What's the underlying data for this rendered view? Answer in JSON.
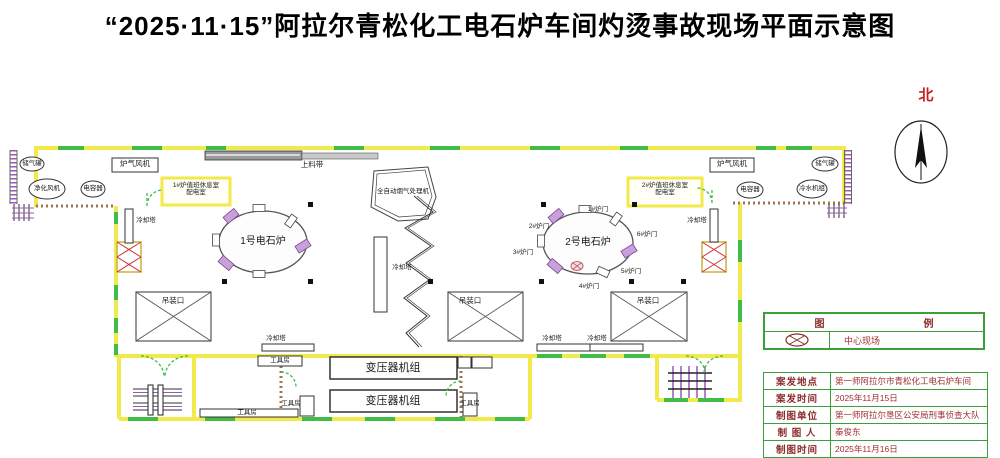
{
  "title": "“2025·11·15”阿拉尔青松化工电石炉车间灼烫事故现场平面示意图",
  "compass": {
    "north_label": "北",
    "icon": "north-arrow-compass"
  },
  "colors": {
    "wall_yellow": "#f2ea4a",
    "window_green": "#43bb47",
    "table_green": "#3aa13a",
    "text_red": "#a13030",
    "hatch_purple": "#9b59b6"
  },
  "plan": {
    "left_wing": {
      "gas_tank": "储气罐",
      "fan_box": "炉气风机",
      "purify_fan": "净化风机",
      "capacitor": "电容器",
      "duty_room_line1": "1#炉值班休息室",
      "duty_room_line2": "配电室"
    },
    "right_wing": {
      "fan_box": "炉气风机",
      "gas_tank": "储气罐",
      "capacitor": "电容器",
      "chiller": "冷水机组",
      "duty_room_line1": "2#炉值班休息室",
      "duty_room_line2": "配电室"
    },
    "hall": {
      "conveyor": "上料带",
      "auto_machine": "全自动烟气处理机",
      "furnace1": "1号电石炉",
      "furnace2": "2号电石炉",
      "furnace_doors": [
        "1#炉门",
        "2#炉门",
        "3#炉门",
        "4#炉门",
        "5#炉门",
        "6#炉门"
      ],
      "hoist_openings": [
        "吊装口",
        "吊装口",
        "吊装口"
      ],
      "cooling_towers": [
        "冷却塔",
        "冷却塔",
        "冷却塔",
        "冷却塔",
        "冷却塔",
        "冷却塔"
      ],
      "tool_rooms": [
        "工具房",
        "工具房",
        "工具房",
        "工具房"
      ],
      "transformers": [
        "变压器机组",
        "变压器机组"
      ]
    }
  },
  "legend": {
    "header_left": "图",
    "header_right": "例",
    "symbol_icon": "circle-x-center-scene-marker",
    "item_label": "中心现场"
  },
  "info_table": {
    "rows": [
      {
        "label": "案发地点",
        "value": "第一师阿拉尔市青松化工电石炉车间"
      },
      {
        "label": "案发时间",
        "value": "2025年11月15日"
      },
      {
        "label": "制图单位",
        "value": "第一师阿拉尔垦区公安局刑事侦查大队"
      },
      {
        "label": "制 图 人",
        "value": "秦俊东"
      },
      {
        "label": "制图时间",
        "value": "2025年11月16日"
      }
    ]
  }
}
